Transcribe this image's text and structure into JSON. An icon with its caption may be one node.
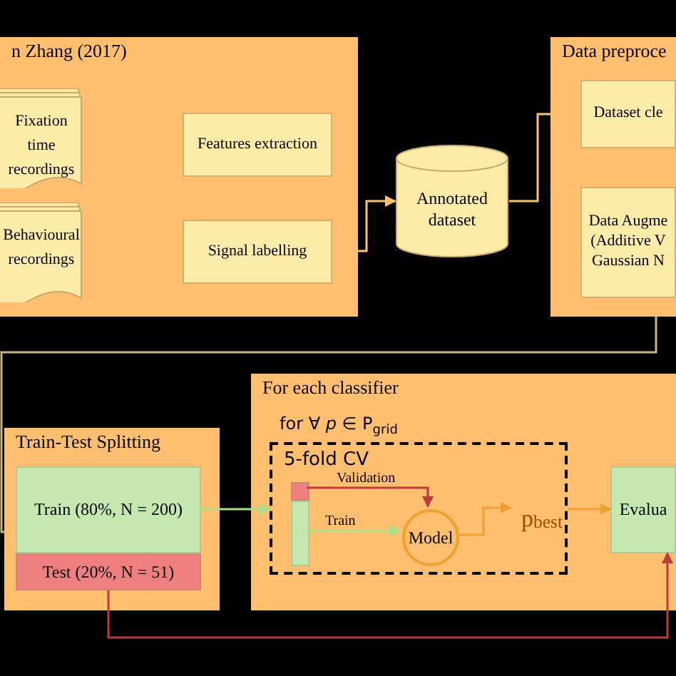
{
  "diagram": {
    "nodes": [
      {
        "text": [
          "n Zhang (2017)"
        ]
      },
      {
        "text": [
          "Fixation time recordings"
        ],
        "in": 0
      },
      {
        "text": [
          "Behavioural recordings"
        ],
        "in": 0
      },
      {
        "text": [
          "Features extraction"
        ],
        "in": 0
      },
      {
        "text": [
          "Signal labelling"
        ],
        "in": 0
      },
      {
        "text": [
          "Annotated dataset"
        ]
      },
      {
        "text": [
          "Data preproce"
        ]
      },
      {
        "text": [
          "Dataset cle"
        ],
        "in": 6
      },
      {
        "text": [
          "Data Augme (Additive V Gaussian N"
        ],
        "in": 6
      },
      {
        "text": [
          "Train-Test Splitting"
        ]
      },
      {
        "text": [
          "Train (80%, N = 200)"
        ],
        "in": 9
      },
      {
        "text": [
          "Test (20%, N = 51)"
        ],
        "in": 9
      },
      {
        "text": [
          "For each classifier",
          "for ∀ *p* ∈ P$_{grid}$"
        ]
      },
      {
        "text": [
          "5-fold CV"
        ],
        "in": 12
      },
      {
        "text": [],
        "shape": "bar",
        "in": 13
      },
      {
        "text": [],
        "shape": "bar",
        "in": 13
      },
      {
        "text": [
          "Model"
        ],
        "in": 13
      },
      {
        "text": [
          "p$_{best}$"
        ],
        "in": 13
      },
      {
        "text": [
          "Evalua"
        ],
        "in": 12
      }
    ],
    "edges": [
      {
        "from": 0,
        "to": 5,
        "arrow": "to",
        "color": "#ffbf6e"
      },
      {
        "from": 5,
        "to": 6,
        "arrow": "none",
        "color": "#ffbf6e"
      },
      {
        "from": 6,
        "to": 9,
        "arrow": "none",
        "color": "#c8b48a"
      },
      {
        "from": 10,
        "to": 13,
        "arrow": "to",
        "color": "#a8e08a"
      },
      {
        "from": 14,
        "to": 16,
        "arrow": "to",
        "label": "Validation",
        "color": "#c0393b"
      },
      {
        "from": 15,
        "to": 16,
        "arrow": "to",
        "label": "Train",
        "color": "#a8e08a"
      },
      {
        "from": 16,
        "to": 17,
        "arrow": "to",
        "color": "#f0a030"
      },
      {
        "from": 13,
        "to": 18,
        "arrow": "to",
        "color": "#f0a030"
      },
      {
        "from": 11,
        "to": 18,
        "arrow": "to",
        "color": "#c0393b"
      }
    ]
  }
}
